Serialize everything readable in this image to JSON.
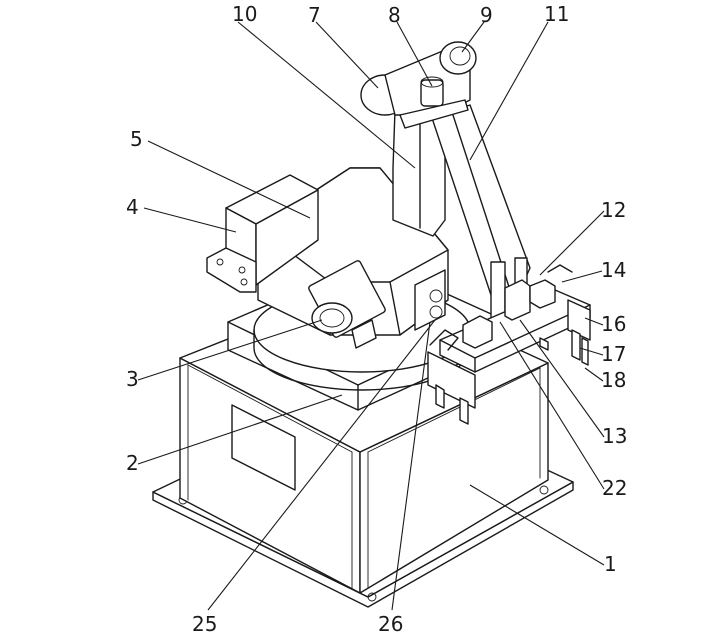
{
  "figure": {
    "part_labels": [
      "10",
      "7",
      "8",
      "9",
      "11",
      "5",
      "4",
      "12",
      "14",
      "16",
      "17",
      "18",
      "3",
      "13",
      "2",
      "22",
      "1",
      "25",
      "26"
    ]
  }
}
